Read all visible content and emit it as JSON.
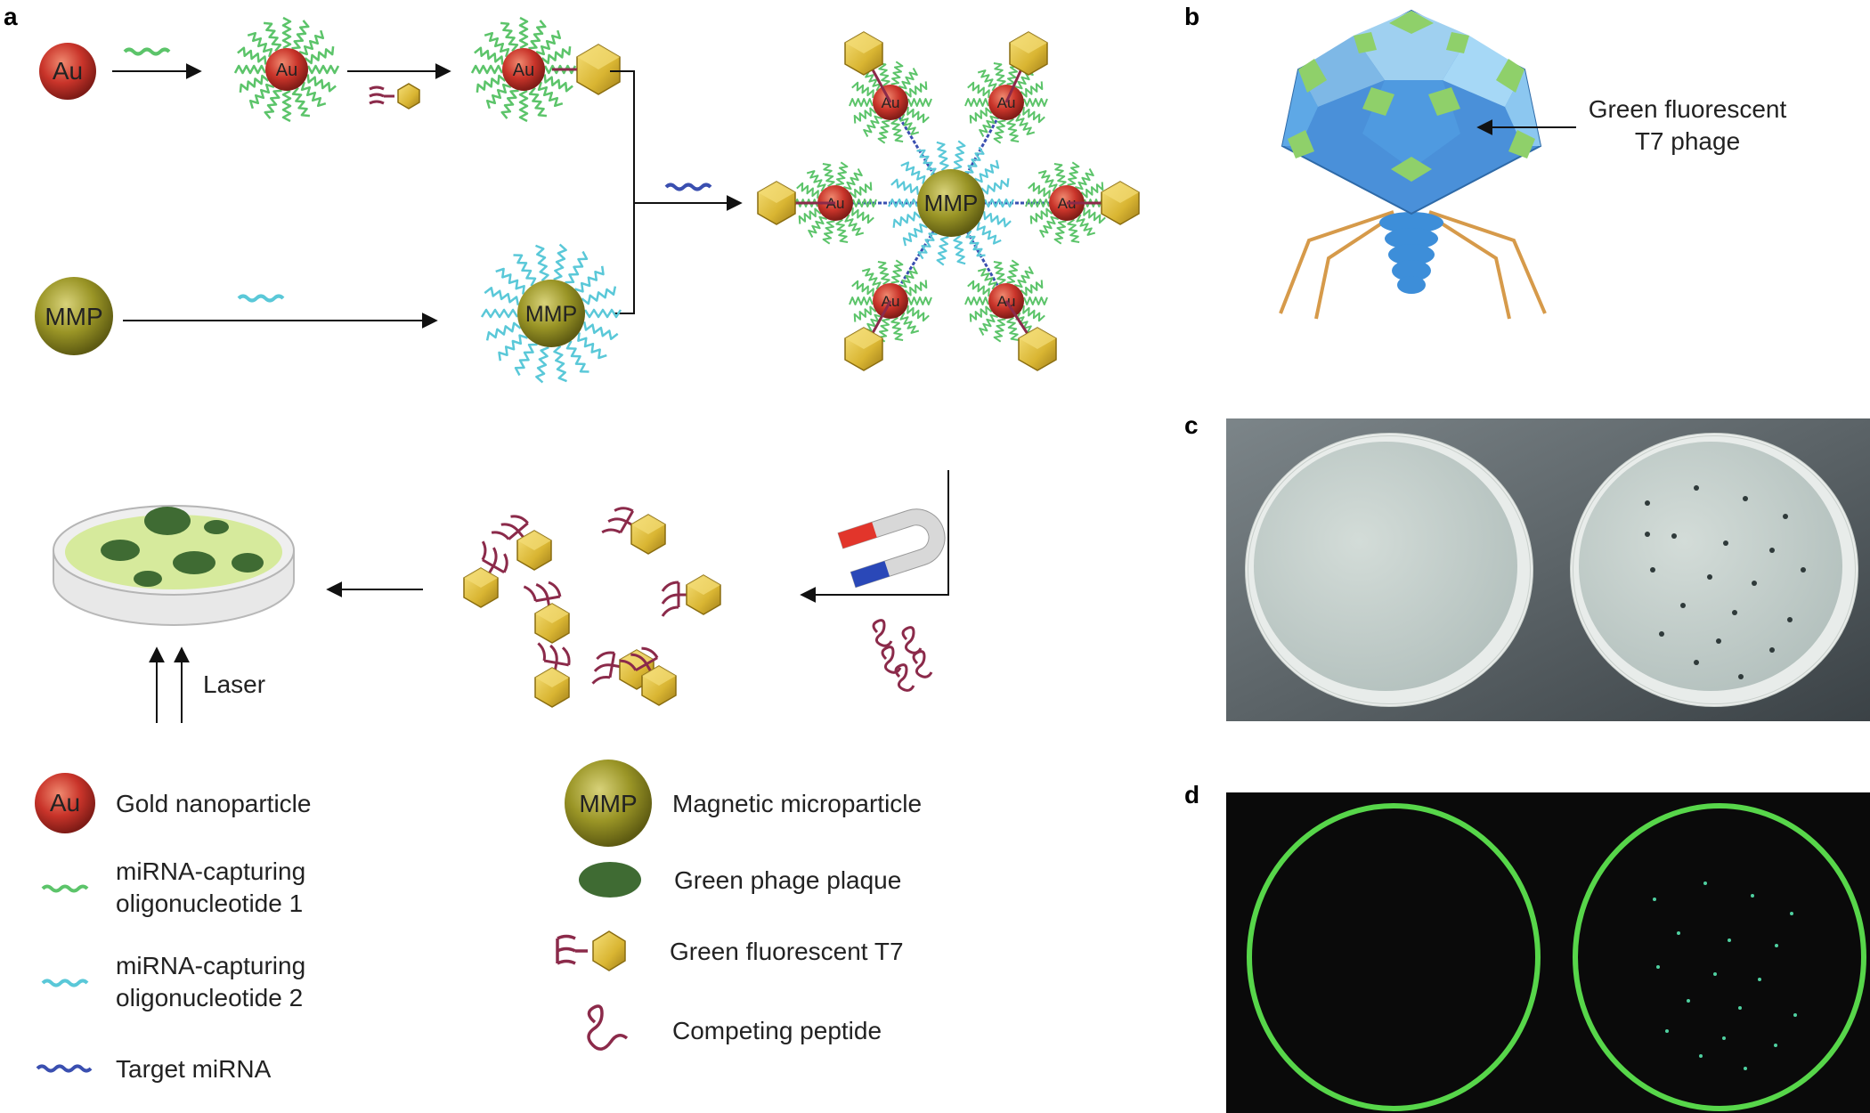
{
  "panels": {
    "a": "a",
    "b": "b",
    "c": "c",
    "d": "d"
  },
  "particles": {
    "gold": "Au",
    "magnetic": "MMP"
  },
  "labels": {
    "laser": "Laser",
    "phage_line1": "Green fluorescent",
    "phage_line2": "T7 phage"
  },
  "legend": {
    "gold": "Gold nanoparticle",
    "oligo1_line1": "miRNA-capturing",
    "oligo1_line2": "oligonucleotide 1",
    "oligo2_line1": "miRNA-capturing",
    "oligo2_line2": "oligonucleotide 2",
    "target": "Target miRNA",
    "magnetic": "Magnetic microparticle",
    "plaque": "Green phage plaque",
    "t7": "Green fluorescent T7",
    "peptide": "Competing peptide"
  },
  "colors": {
    "gold_particle": "#c0392b",
    "magnetic_particle": "#8a8a1e",
    "phage_head": "#e0c04a",
    "oligo1": "#5cc46a",
    "oligo2": "#5ac8d8",
    "target": "#3a4fb0",
    "peptide": "#8b2a4a",
    "plaque": "#3f6b33",
    "dish_agar": "#d4ea9a",
    "phage_body": "#4a90d9",
    "phage_facet": "#8fd06a",
    "fluorescence_ring": "#57d64a"
  }
}
